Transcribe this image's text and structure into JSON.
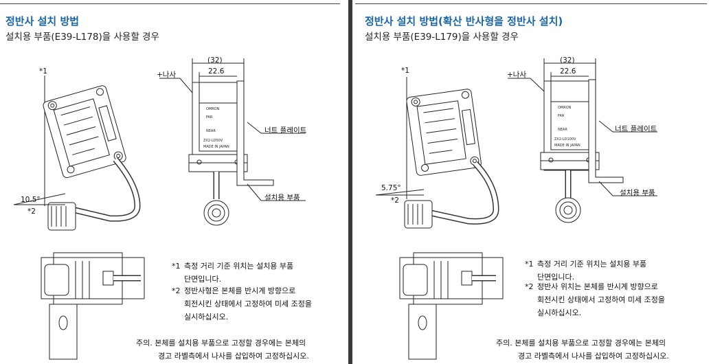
{
  "left": {
    "title": "정반사 설치 방법",
    "subtitle": "설치용 부품(E39-L178)을 사용할 경우",
    "labels": {
      "mark1": "*1",
      "angle": "10.5°",
      "mark2": "*2",
      "screw": "+나사",
      "dim_outer": "(32)",
      "dim_inner": "22.6",
      "nut_plate": "너트 플레이트",
      "bracket": "설치용 부품"
    },
    "notes": [
      {
        "mark": "*1",
        "lines": [
          "측정 거리 기준 위치는 설치용 부품",
          "단면입니다."
        ]
      },
      {
        "mark": "*2",
        "lines": [
          "정반사형은 본체를 반시계 방향으로",
          "회전시킨 상태에서 고정하여 미세 조정을",
          "실시하십시오."
        ]
      }
    ],
    "caution": [
      "주의. 본체를 설치용 부품으로 고정할 경우에는 본체의",
      "경고 라벨측에서 나사를 삽입하여 고정하십시오."
    ],
    "sensor_text": [
      "OMRON",
      "FAR",
      "NEAR",
      "ZX2-LD50V",
      "MADE IN JAPAN"
    ]
  },
  "right": {
    "title": "정반사 설치 방법(확산 반사형을 정반사 설치)",
    "subtitle": "설치용 부품(E39-L179)을 사용할 경우",
    "labels": {
      "mark1": "*1",
      "angle": "5.75°",
      "mark2": "*2",
      "screw": "+나사",
      "dim_outer": "(32)",
      "dim_inner": "22.6",
      "nut_plate": "너트 플레이트",
      "bracket": "설치용 부품"
    },
    "notes": [
      {
        "mark": "*1",
        "lines": [
          "측정 거리 기준 위치는 설치용 부품",
          "단면입니다."
        ]
      },
      {
        "mark": "*2",
        "lines": [
          "정반사 위치는 본체를 반시계 방향으로",
          "회전시킨 상태에서 고정하여 미세 조정을",
          "실시하십시오."
        ]
      }
    ],
    "caution": [
      "주의. 본체를 설치용 부품으로 고정할 경우에는 본체의",
      "경고 라벨측에서 나사를 삽입하여 고정하십시오."
    ],
    "sensor_text": [
      "OMRON",
      "FAR",
      "NEAR",
      "ZX2-LD100V",
      "MADE IN JAPAN"
    ]
  }
}
